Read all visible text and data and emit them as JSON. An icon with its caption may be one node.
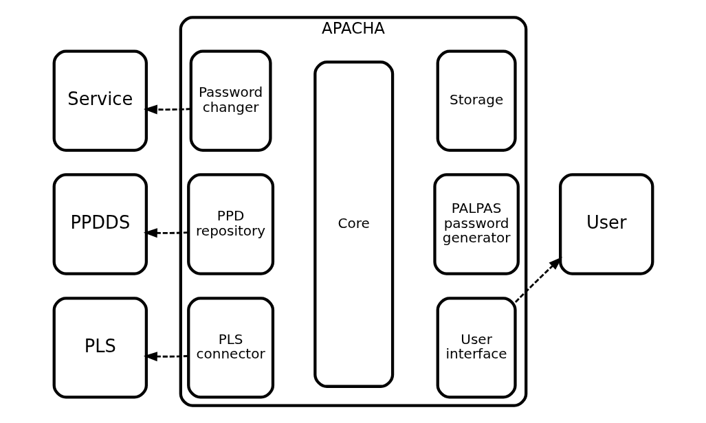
{
  "diagram": {
    "nodes": [
      {
        "text": [
          "APACHA"
        ]
      },
      {
        "text": [
          "Service"
        ]
      },
      {
        "text": [
          "PPDDS"
        ]
      },
      {
        "text": [
          "PLS"
        ]
      },
      {
        "text": [
          "User"
        ]
      },
      {
        "text": [
          "Password changer"
        ],
        "in": 0
      },
      {
        "text": [
          "PPD repository"
        ],
        "in": 0
      },
      {
        "text": [
          "PLS connector"
        ],
        "in": 0
      },
      {
        "text": [
          "Core"
        ],
        "in": 0
      },
      {
        "text": [
          "User interface"
        ],
        "in": 0
      },
      {
        "text": [
          "PALPAS password generator"
        ],
        "in": 0
      },
      {
        "text": [
          "Storage"
        ],
        "in": 0
      }
    ],
    "edges": [
      {
        "from": 5,
        "to": 1,
        "arrow": "to",
        "style": "dashed"
      },
      {
        "from": 6,
        "to": 2,
        "arrow": "to",
        "style": "dashed"
      },
      {
        "from": 7,
        "to": 3,
        "arrow": "to",
        "style": "dashed"
      },
      {
        "from": 9,
        "to": 4,
        "arrow": "to",
        "style": "dashed"
      }
    ]
  }
}
